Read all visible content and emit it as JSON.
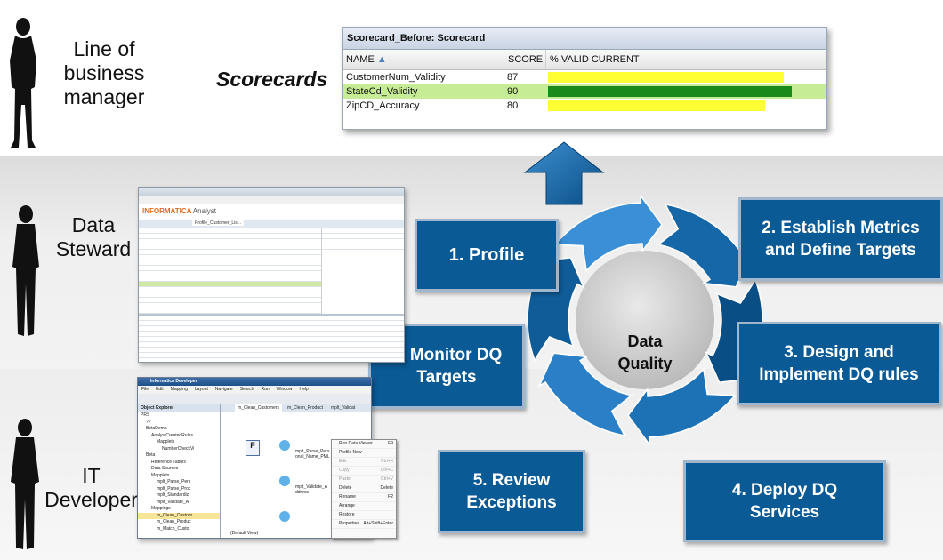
{
  "roles": [
    {
      "label_lines": [
        "Line of",
        "business",
        "manager"
      ]
    },
    {
      "label_lines": [
        "Data",
        "Steward"
      ]
    },
    {
      "label_lines": [
        "IT",
        "Developer"
      ]
    }
  ],
  "scorecards_label": "Scorecards",
  "scorecard": {
    "title": "Scorecard_Before: Scorecard",
    "columns": [
      "NAME",
      "SCORE",
      "% VALID CURRENT"
    ],
    "rows": [
      {
        "name": "CustomerNum_Validity",
        "score": "87",
        "fill": 0.87,
        "color": "#ffff33",
        "selected": false
      },
      {
        "name": "StateCd_Validity",
        "score": "90",
        "fill": 0.9,
        "color": "#1a8a1a",
        "selected": true
      },
      {
        "name": "ZipCD_Accuracy",
        "score": "80",
        "fill": 0.8,
        "color": "#ffff33",
        "selected": false
      }
    ]
  },
  "cycle_center": {
    "line1": "Data",
    "line2": "Quality"
  },
  "steps": [
    {
      "line1": "1. Profile",
      "line2": ""
    },
    {
      "line1": "2. Establish Metrics",
      "line2": "and Define Targets"
    },
    {
      "line1": "3. Design and",
      "line2": "Implement DQ rules"
    },
    {
      "line1": "4. Deploy DQ",
      "line2": "Services"
    },
    {
      "line1": "5. Review",
      "line2": "Exceptions"
    },
    {
      "line1": "6. Monitor DQ",
      "line2": "Targets"
    }
  ],
  "analyst_screen": {
    "brand": "INFORMATICA",
    "product": "Analyst",
    "tab": "Profile_Customer_Lis..."
  },
  "developer_screen": {
    "title": "Informatica Developer",
    "menu": [
      "File",
      "Edit",
      "Mapping",
      "Layout",
      "Navigate",
      "Search",
      "Run",
      "Window",
      "Help"
    ],
    "explorer_title": "Object Explorer",
    "tabs": [
      "m_Clean_Customers",
      "m_Clean_Product",
      "mplt_Validat"
    ],
    "tree": [
      "PRS",
      "??",
      "BetaDemo",
      "AnalystCreatedRules",
      "Mapplets",
      "NumberCheckVi",
      "Beta",
      "Reference Tables",
      "Data Sources",
      "Mapplets",
      "mplt_Parse_Pers",
      "mplt_Parse_Proc",
      "mplt_Standardiz",
      "mplt_Validate_A",
      "Mappings",
      "m_Clean_Custom",
      "m_Clean_Produc",
      "m_Match_Custo"
    ],
    "nodes": [
      "mplt_Parse_Pers onal_Name_PML",
      "mplt_Validate_A ddress"
    ],
    "footer": "(Default View)"
  },
  "context_menu": {
    "items": [
      "Run Data Viewer",
      "Profile Now",
      "Edit",
      "Copy",
      "Paste",
      "Delete",
      "Rename",
      "Arrange",
      "Restore",
      "Properties"
    ],
    "shortcuts": [
      "F9",
      "",
      "Ctrl+X",
      "Ctrl+C",
      "Ctrl+V",
      "Delete",
      "F2",
      "",
      "",
      "Alt+Shift+Enter"
    ]
  },
  "colors": {
    "step_box": "#0a5a95",
    "step_border": "#9fb6cc",
    "arrow_light": "#3b8fd6",
    "arrow_dark": "#0a4e86"
  }
}
